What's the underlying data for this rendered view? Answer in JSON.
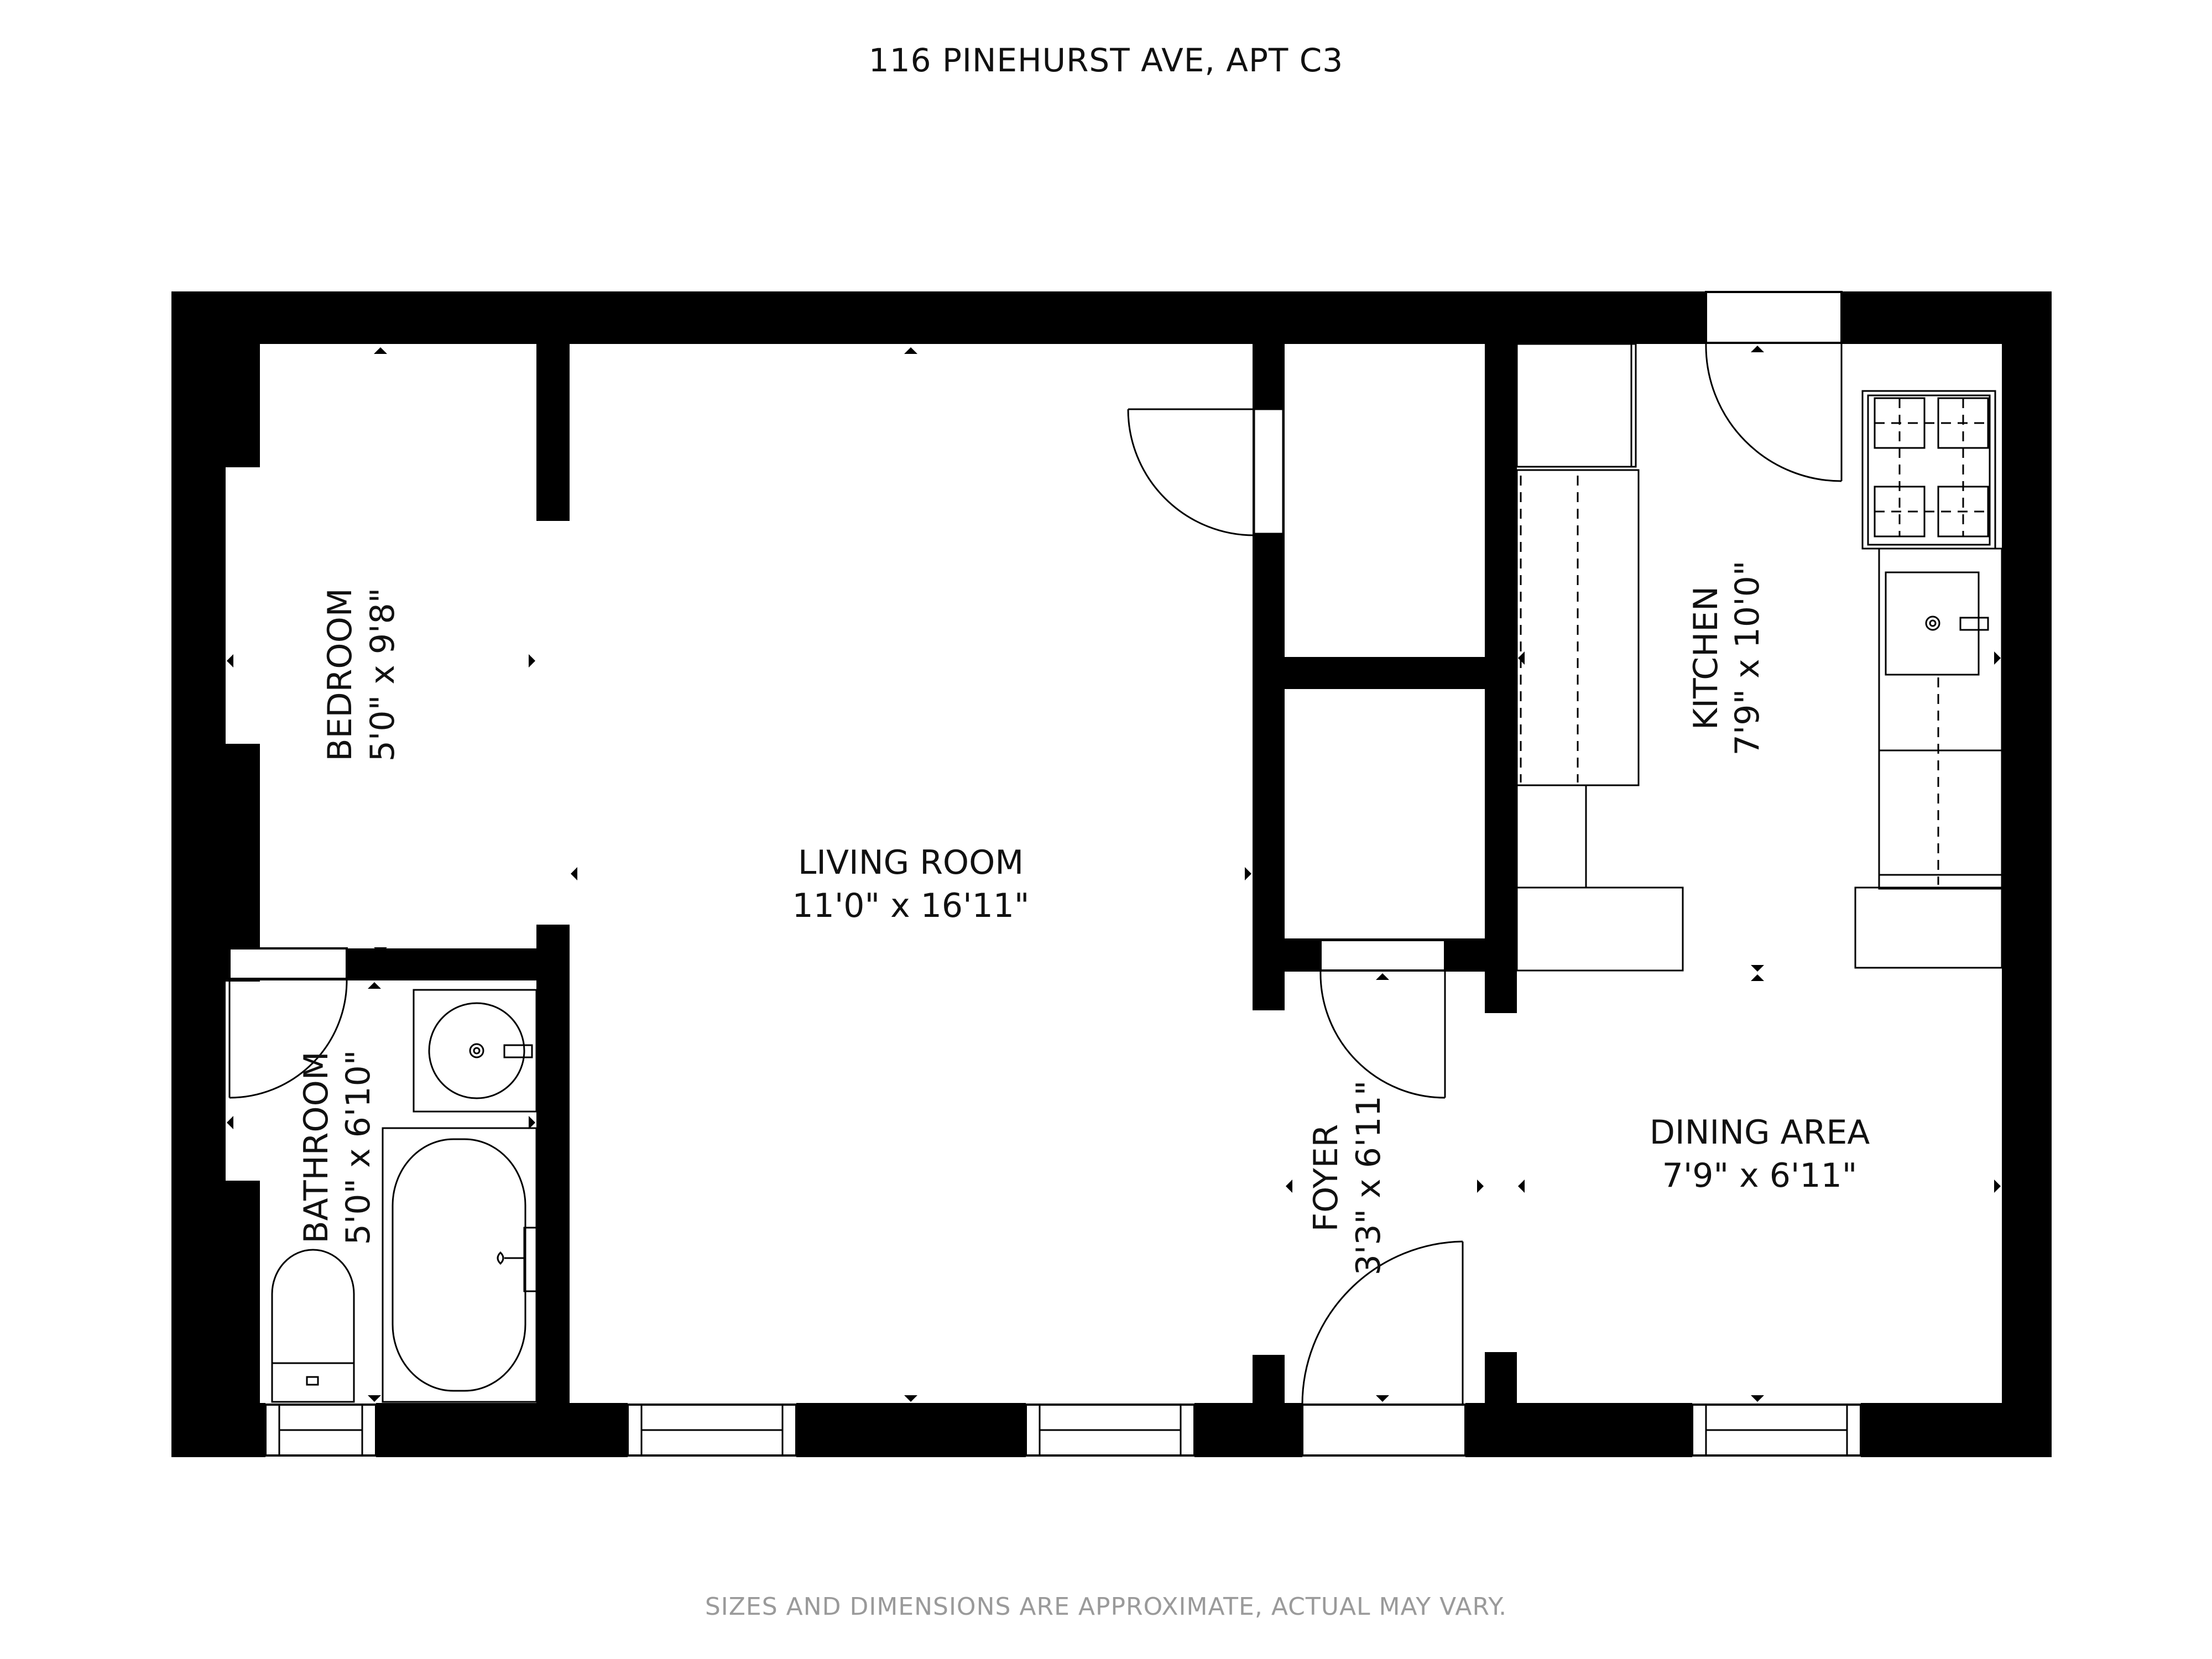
{
  "title": "116 PINEHURST AVE, APT C3",
  "disclaimer": "SIZES AND DIMENSIONS ARE APPROXIMATE, ACTUAL MAY VARY.",
  "rooms": {
    "bedroom": {
      "name": "BEDROOM",
      "size": "5'0\" x 9'8\""
    },
    "living_room": {
      "name": "LIVING ROOM",
      "size": "11'0\" x 16'11\""
    },
    "kitchen": {
      "name": "KITCHEN",
      "size": "7'9\" x 10'0\""
    },
    "bathroom": {
      "name": "BATHROOM",
      "size": "5'0\" x 6'10\""
    },
    "foyer": {
      "name": "FOYER",
      "size": "3'3\" x 6'11\""
    },
    "dining_area": {
      "name": "DINING AREA",
      "size": "7'9\" x 6'11\""
    }
  },
  "colors": {
    "wall": "#000000",
    "background": "#ffffff",
    "disclaimer": "#9a9a9a"
  }
}
